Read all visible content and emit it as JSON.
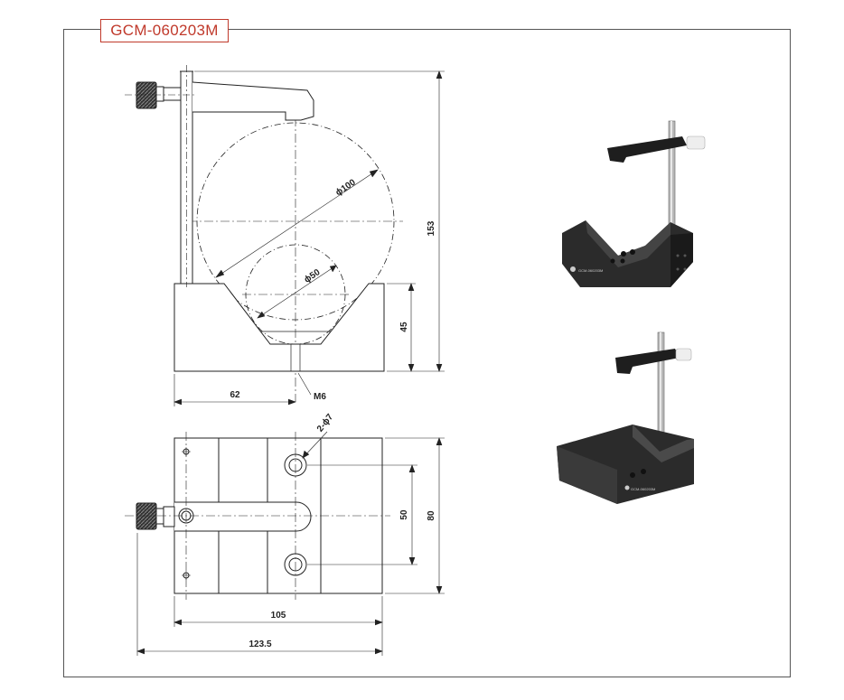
{
  "model": "GCM-060203M",
  "dimensions": {
    "height_total": "153",
    "circle_large": "ϕ100",
    "circle_small": "ϕ50",
    "base_height": "45",
    "offset_62": "62",
    "thread": "M6",
    "holes": "2-ϕ7",
    "hole_spacing": "50",
    "width_80": "80",
    "length_105": "105",
    "length_123_5": "123.5"
  },
  "product_label": "GCM-060203M"
}
